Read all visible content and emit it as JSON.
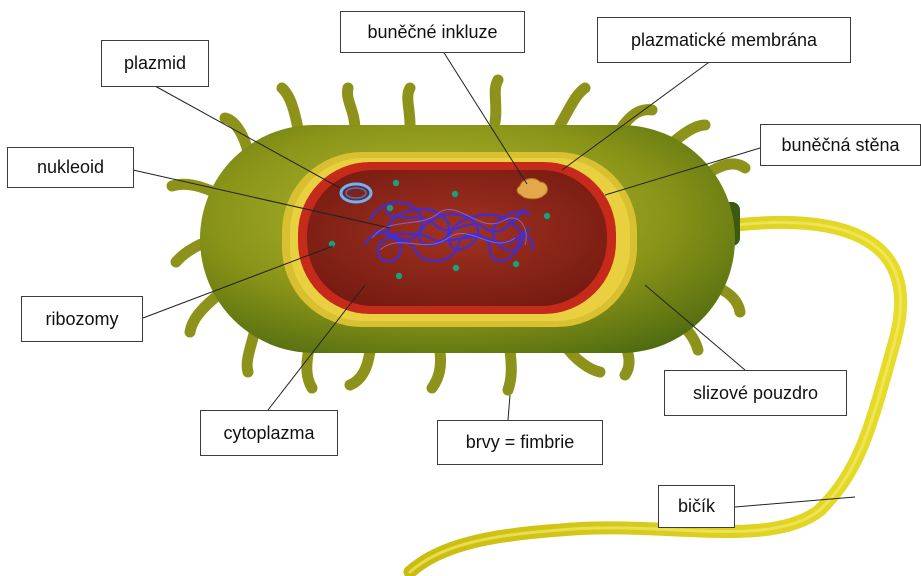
{
  "labels": {
    "plazmid": "plazmid",
    "bunecne_inkluze": "buněčné inkluze",
    "plazmaticke_membrana": "plazmatické membrána",
    "nukleoid": "nukleoid",
    "bunecna_stena": "buněčná stěna",
    "ribozomy": "ribozomy",
    "slizove_pouzdro": "slizové pouzdro",
    "cytoplazma": "cytoplazma",
    "brvy_fimbrie": "brvy = fimbrie",
    "bicik": "bičík"
  },
  "colors": {
    "capsule": "#7f8a14",
    "cell_wall": "#d9c030",
    "membrane": "#c62a1a",
    "cytoplasm": "#8a1e12",
    "nucleoid": "#3d2ee0",
    "ribosome": "#1aa07a",
    "flagellum": "#d8cc14",
    "pili": "#8d931a"
  }
}
